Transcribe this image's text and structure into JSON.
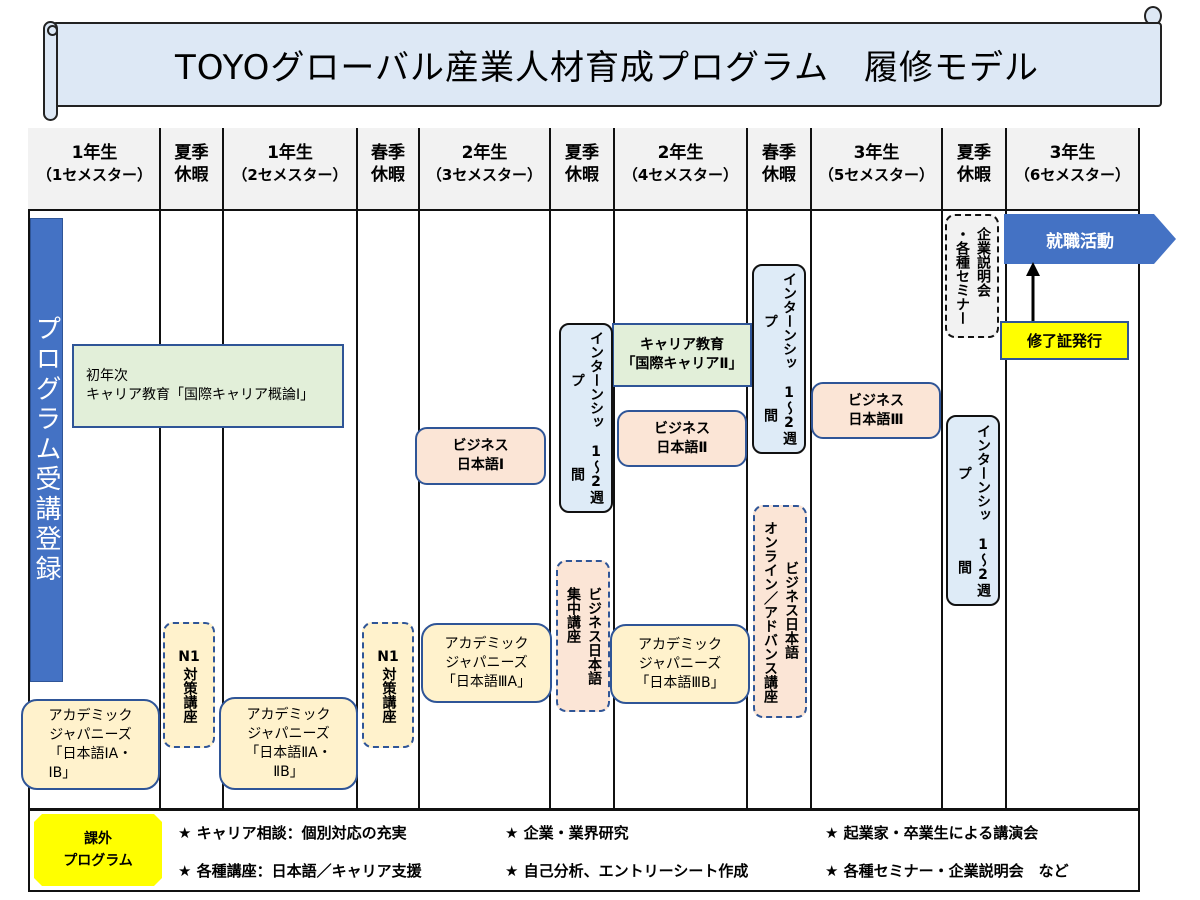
{
  "title": "TOYOグローバル産業人材育成プログラム　履修モデル",
  "columns": [
    {
      "line1": "1年生",
      "line2": "（1セメスター）"
    },
    {
      "line1": "夏季",
      "line2": "休暇"
    },
    {
      "line1": "1年生",
      "line2": "（2セメスター）"
    },
    {
      "line1": "春季",
      "line2": "休暇"
    },
    {
      "line1": "2年生",
      "line2": "（3セメスター）"
    },
    {
      "line1": "夏季",
      "line2": "休暇"
    },
    {
      "line1": "2年生",
      "line2": "（4セメスター）"
    },
    {
      "line1": "春季",
      "line2": "休暇"
    },
    {
      "line1": "3年生",
      "line2": "（5セメスター）"
    },
    {
      "line1": "夏季",
      "line2": "休暇"
    },
    {
      "line1": "3年生",
      "line2": "（6セメスター）"
    }
  ],
  "registration_bar": "プログラム受講登録",
  "career_intro": {
    "line1": "初年次",
    "line2": "キャリア教育「国際キャリア概論Ⅰ」"
  },
  "career_2": {
    "line1": "キャリア教育",
    "line2": "「国際キャリアⅡ」"
  },
  "business_jp": [
    {
      "line1": "ビジネス",
      "line2": "日本語Ⅰ"
    },
    {
      "line1": "ビジネス",
      "line2": "日本語Ⅱ"
    },
    {
      "line1": "ビジネス",
      "line2": "日本語Ⅲ"
    }
  ],
  "internships": [
    {
      "line1": "インターンシップ",
      "line2": "1～2週間"
    },
    {
      "line1": "インターンシップ",
      "line2": "1～2週間"
    },
    {
      "line1": "インターンシップ",
      "line2": "1～2週間"
    }
  ],
  "academic_jp": [
    {
      "line1": "アカデミック",
      "line2": "ジャパニーズ",
      "line3": "「日本語ⅠA・",
      "line4": "ⅠB」"
    },
    {
      "line1": "アカデミック",
      "line2": "ジャパニーズ",
      "line3": "「日本語ⅡA・",
      "line4": "ⅡB」"
    },
    {
      "line1": "アカデミック",
      "line2": "ジャパニーズ",
      "line3": "「日本語ⅢA」"
    },
    {
      "line1": "アカデミック",
      "line2": "ジャパニーズ",
      "line3": "「日本語ⅢB」"
    }
  ],
  "n1_courses": [
    {
      "line1": "N1",
      "line2": "対策講座"
    },
    {
      "line1": "N1",
      "line2": "対策講座"
    }
  ],
  "intensive_course": {
    "line1": "ビジネス日本語",
    "line2": "集中講座"
  },
  "advanced_course": {
    "line1": "ビジネス日本語",
    "line2": "オンライン／アドバンス講座"
  },
  "seminar": {
    "line1": "企業説明会",
    "line2": "・各種セミナー"
  },
  "job_hunting": "就職活動",
  "certificate": "修了証発行",
  "extracurricular": {
    "label_line1": "課外",
    "label_line2": "プログラム",
    "items": [
      "★ キャリア相談：個別対応の充実",
      "★ 企業・業界研究",
      "★ 起業家・卒業生による講演会",
      "★ 各種講座：日本語／キャリア支援",
      "★ 自己分析、エントリーシート作成",
      "★ 各種セミナー・企業説明会　など"
    ]
  },
  "colors": {
    "banner": "#dde8f5",
    "registration": "#4472c4",
    "peach": "#fbe5d6",
    "cream": "#fff2cc",
    "light_blue": "#deebf7",
    "green": "#e2efd9",
    "yellow": "#ffff00",
    "border_blue": "#2f5597"
  }
}
